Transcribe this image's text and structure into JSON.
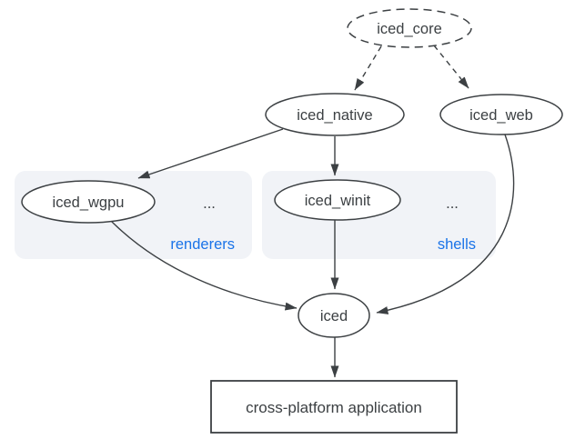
{
  "diagram": {
    "nodes": {
      "iced_core": {
        "label": "iced_core"
      },
      "iced_native": {
        "label": "iced_native"
      },
      "iced_web": {
        "label": "iced_web"
      },
      "iced_wgpu": {
        "label": "iced_wgpu"
      },
      "iced_winit": {
        "label": "iced_winit"
      },
      "iced": {
        "label": "iced"
      },
      "application": {
        "label": "cross-platform application"
      }
    },
    "groups": {
      "renderers": {
        "label": "renderers",
        "ellipsis": "..."
      },
      "shells": {
        "label": "shells",
        "ellipsis": "..."
      }
    },
    "edges": [
      {
        "from": "iced_core",
        "to": "iced_native",
        "style": "dashed"
      },
      {
        "from": "iced_core",
        "to": "iced_web",
        "style": "dashed"
      },
      {
        "from": "iced_native",
        "to": "iced_wgpu",
        "style": "solid"
      },
      {
        "from": "iced_native",
        "to": "iced_winit",
        "style": "solid"
      },
      {
        "from": "iced_wgpu",
        "to": "iced",
        "style": "solid"
      },
      {
        "from": "iced_winit",
        "to": "iced",
        "style": "solid"
      },
      {
        "from": "iced_web",
        "to": "iced",
        "style": "solid"
      },
      {
        "from": "iced",
        "to": "application",
        "style": "solid"
      }
    ]
  },
  "colors": {
    "background": "#ffffff",
    "line": "#3c4043",
    "text": "#3c4043",
    "node_fill": "#ffffff",
    "group_fill": "#f1f3f7",
    "accent_blue": "#1a73e8"
  }
}
